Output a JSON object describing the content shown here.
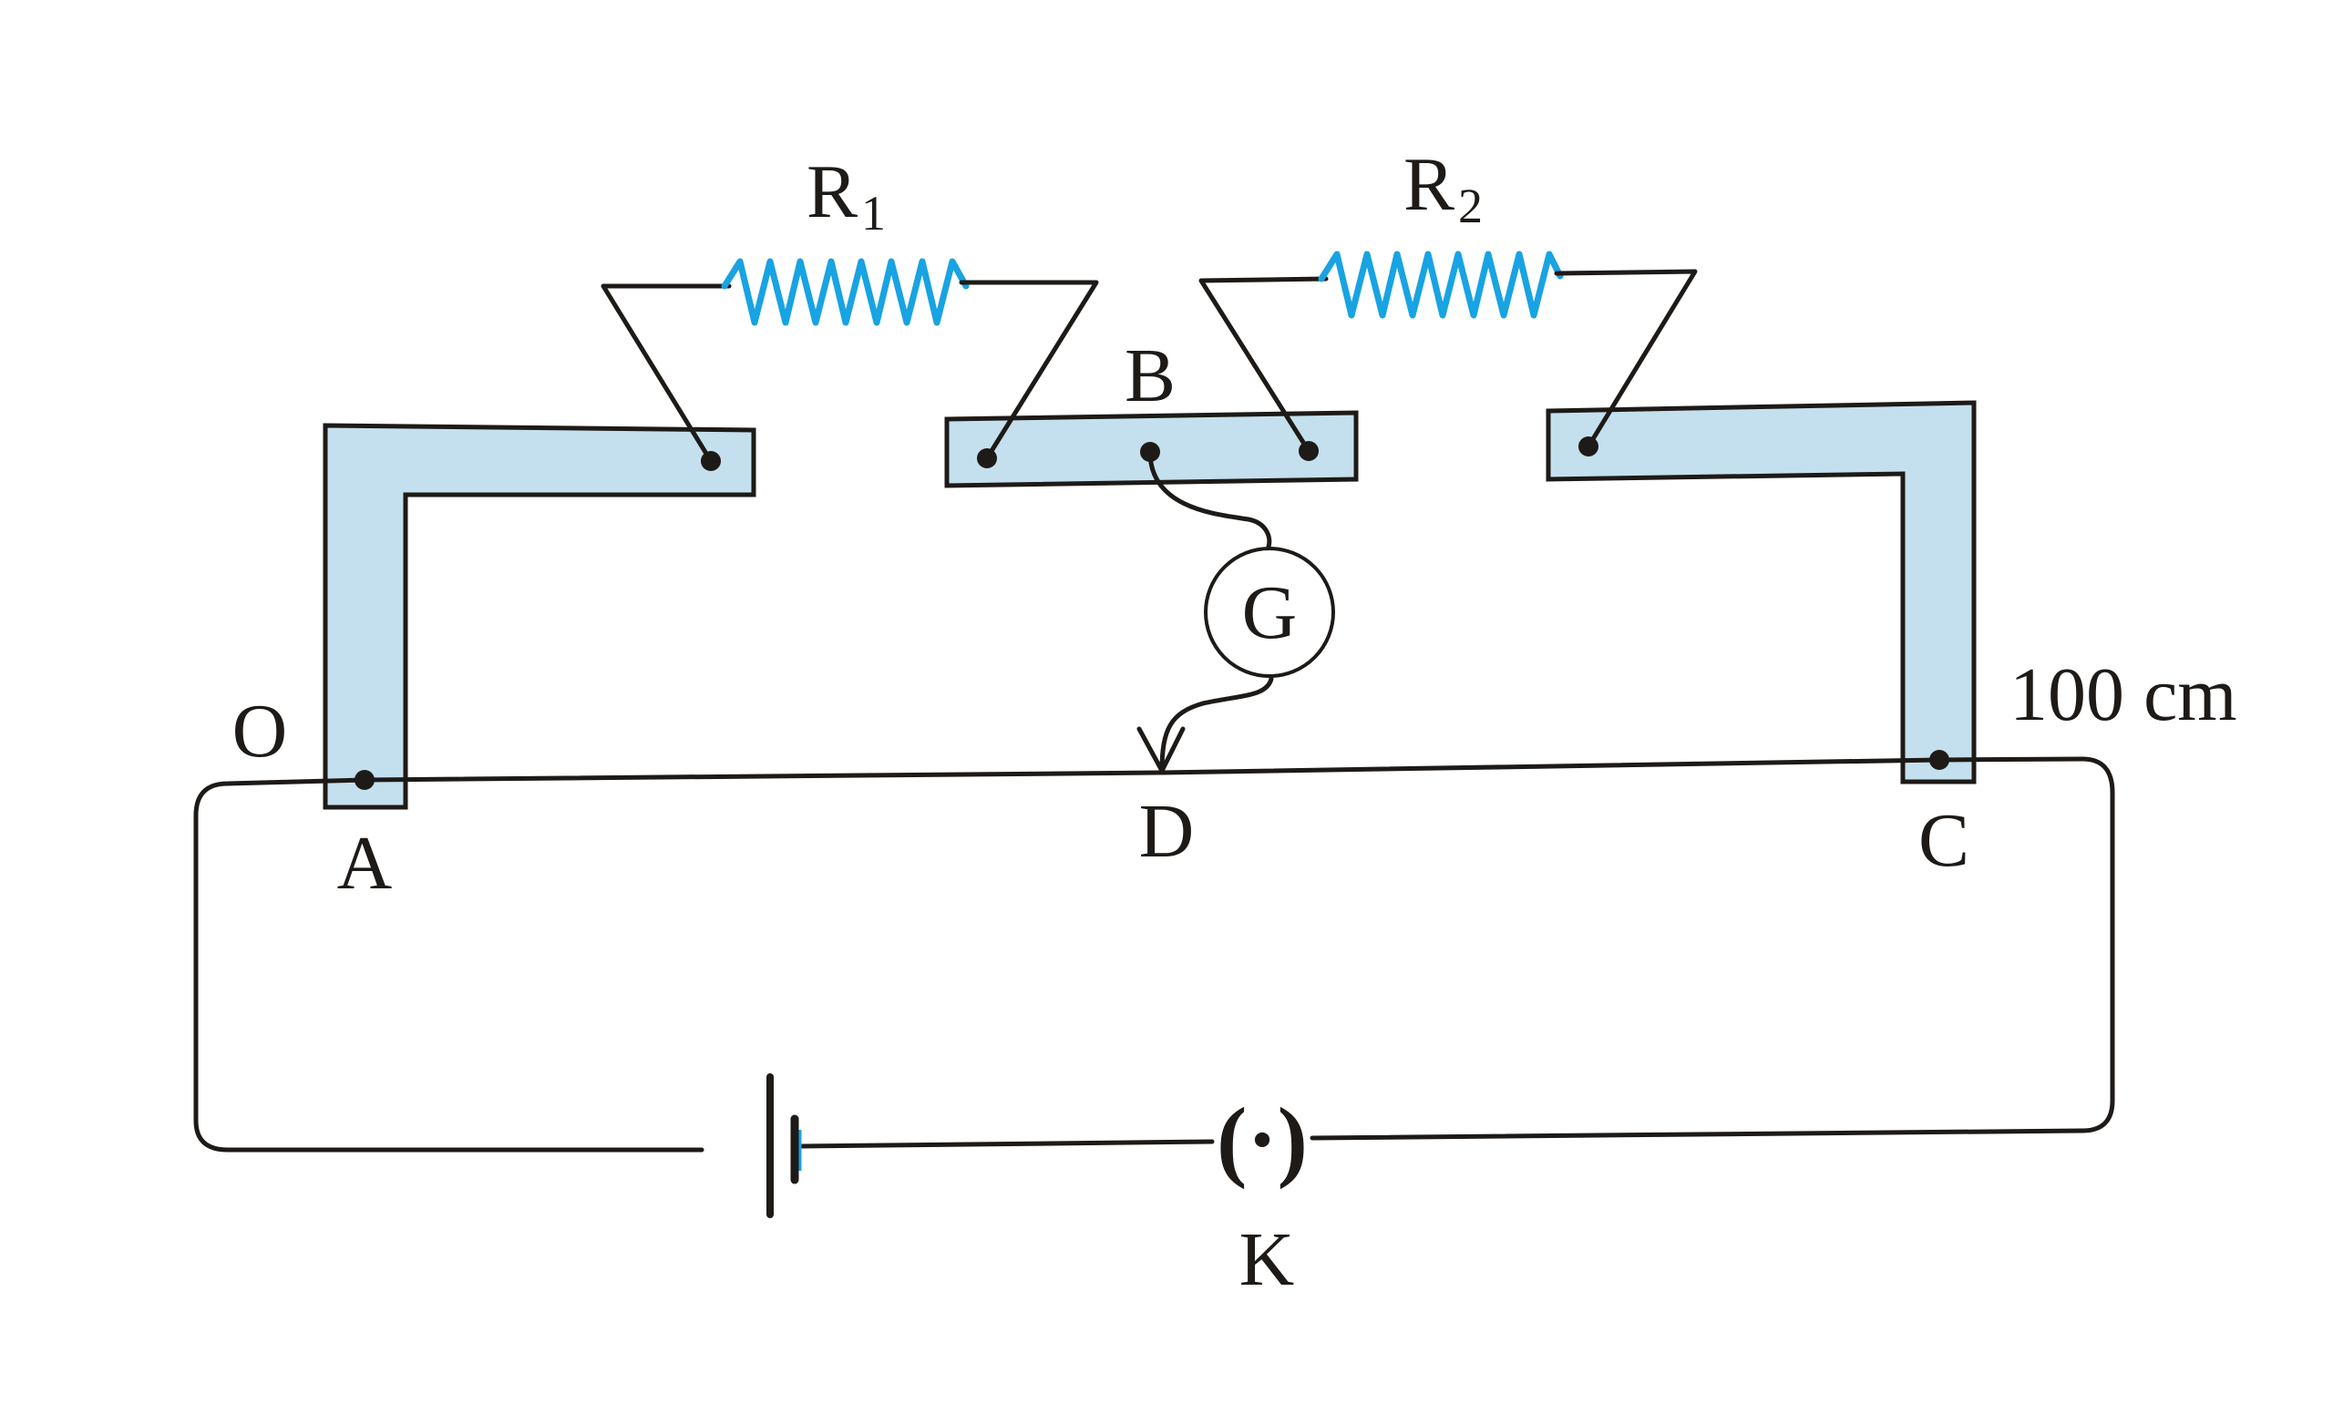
{
  "diagram": {
    "colors": {
      "strip_fill": "#c4e0ee",
      "resistor": "#18a3e2",
      "wire": "#1e1a17"
    },
    "labels": {
      "resistor1_letter": "R",
      "resistor1_sub": "1",
      "resistor2_letter": "R",
      "resistor2_sub": "2",
      "B": "B",
      "galvanometer": "G",
      "O": "O",
      "A": "A",
      "D": "D",
      "C": "C",
      "length": "100 cm",
      "key": "K",
      "key_symbol": "(·)"
    }
  }
}
